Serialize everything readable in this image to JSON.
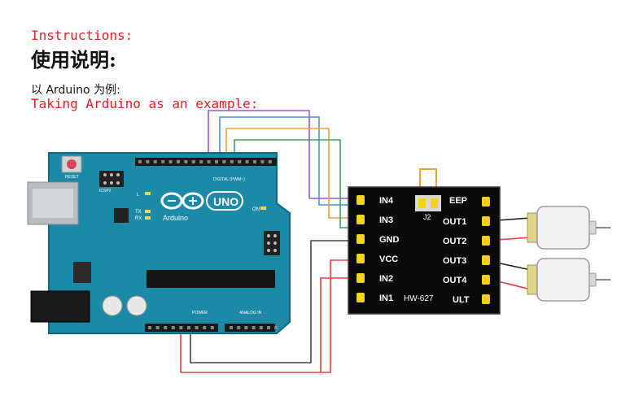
{
  "header": {
    "instructions_en": "Instructions:",
    "instructions_zh": "使用说明:",
    "example_zh": "以 Arduino   为例:",
    "example_en": "Taking Arduino as an example:"
  },
  "arduino": {
    "logo_text": "UNO",
    "brand_text": "Arduino",
    "reset_label": "RESET",
    "icsp_label": "ICSP2",
    "digital_label": "DIGITAL (PWM~)",
    "power_label": "POWER",
    "analog_label": "ANALOG IN",
    "led_labels": [
      "L",
      "TX",
      "RX",
      "ON"
    ]
  },
  "driver": {
    "model": "HW-627",
    "jumper_label": "J2",
    "left_pins": [
      "IN4",
      "IN3",
      "GND",
      "VCC",
      "IN2",
      "IN1"
    ],
    "right_pins": [
      "EEP",
      "OUT1",
      "OUT2",
      "OUT3",
      "OUT4",
      "ULT"
    ]
  },
  "colors": {
    "board": "#1c8aa6",
    "board_edge": "#126a80",
    "module": "#0a0a0a",
    "pad": "#f2d21b",
    "wire_purple": "#9a58c2",
    "wire_blue": "#4a8fd6",
    "wire_orange": "#e8a33a",
    "wire_green": "#3aa55a",
    "wire_red": "#e04040",
    "wire_gray": "#444444",
    "wire_black": "#222222"
  },
  "icons": {
    "motor_top": "dc-motor-icon",
    "motor_bottom": "dc-motor-icon"
  }
}
